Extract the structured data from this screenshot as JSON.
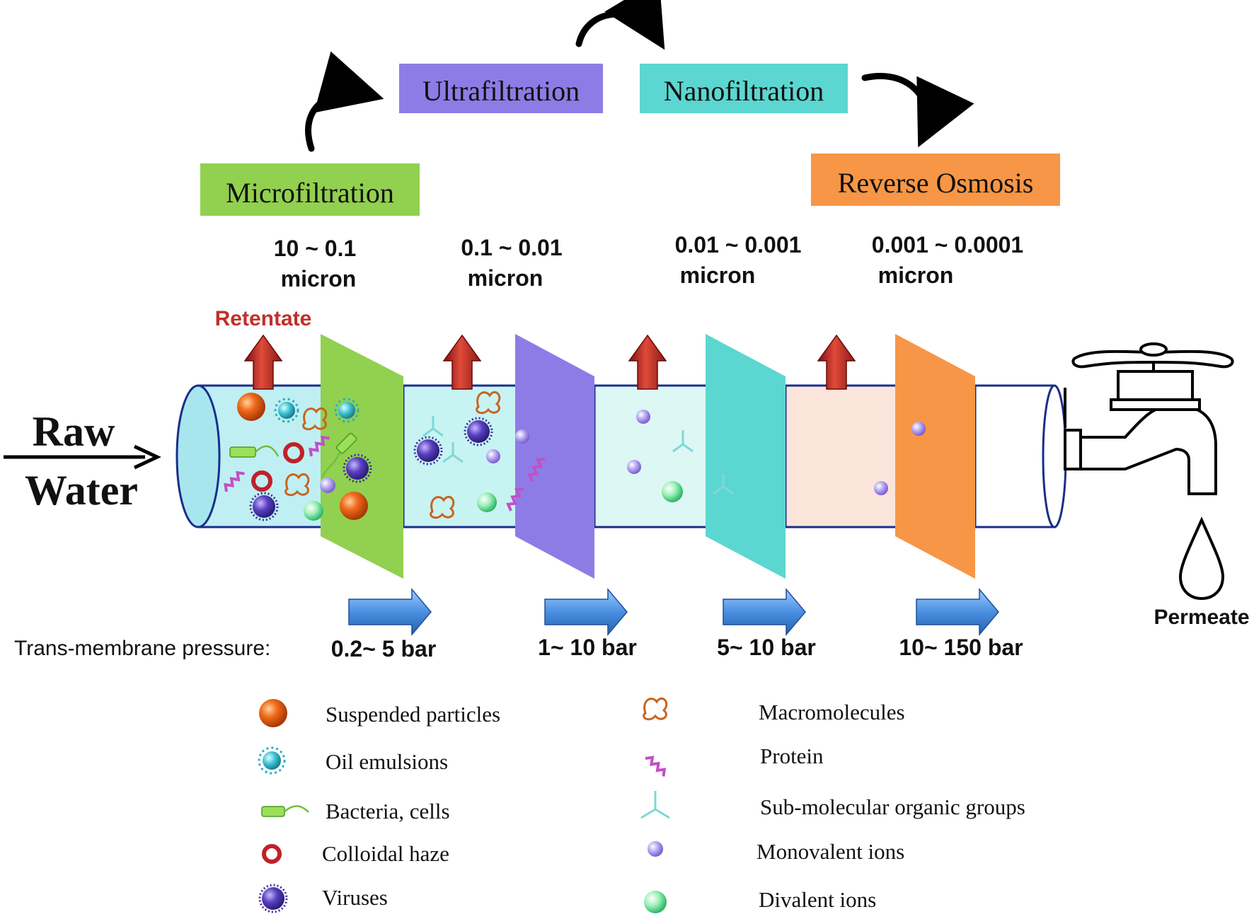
{
  "inlet": {
    "line1": "Raw",
    "line2": "Water"
  },
  "retentate_label": "Retentate",
  "permeate_label": "Permeate",
  "pressure_label": "Trans-membrane pressure:",
  "stages": [
    {
      "name": "Microfiltration",
      "color": "#92D050",
      "size_line1": "10 ~ 0.1",
      "size_line2": "micron",
      "pressure": "0.2~ 5 bar"
    },
    {
      "name": "Ultrafiltration",
      "color": "#8E7CE6",
      "size_line1": "0.1 ~ 0.01",
      "size_line2": "micron",
      "pressure": "1~ 10 bar"
    },
    {
      "name": "Nanofiltration",
      "color": "#5CD6D0",
      "size_line1": "0.01 ~ 0.001",
      "size_line2": "micron",
      "pressure": "5~ 10 bar"
    },
    {
      "name": "Reverse Osmosis",
      "color": "#F79646",
      "size_line1": "0.001 ~ 0.0001",
      "size_line2": "micron",
      "pressure": "10~ 150 bar"
    }
  ],
  "legend": [
    {
      "label": "Suspended particles",
      "icon": "suspended-particle-icon"
    },
    {
      "label": "Oil emulsions",
      "icon": "oil-emulsion-icon"
    },
    {
      "label": "Bacteria, cells",
      "icon": "bacteria-icon"
    },
    {
      "label": "Colloidal haze",
      "icon": "colloidal-haze-icon"
    },
    {
      "label": "Viruses",
      "icon": "virus-icon"
    },
    {
      "label": "Macromolecules",
      "icon": "macromolecule-icon"
    },
    {
      "label": "Protein",
      "icon": "protein-icon"
    },
    {
      "label": "Sub-molecular organic groups",
      "icon": "organic-group-icon"
    },
    {
      "label": "Monovalent ions",
      "icon": "monovalent-ion-icon"
    },
    {
      "label": "Divalent ions",
      "icon": "divalent-ion-icon"
    }
  ],
  "colors": {
    "retentate_arrow": "#C0302A",
    "pressure_arrow": "#4A8FE0",
    "pipe_tint_1": "#BFEFF2",
    "pipe_tint_2": "#C8F3F3",
    "pipe_tint_3": "#DDF7F5",
    "pipe_tint_4": "#FBE4DA"
  }
}
